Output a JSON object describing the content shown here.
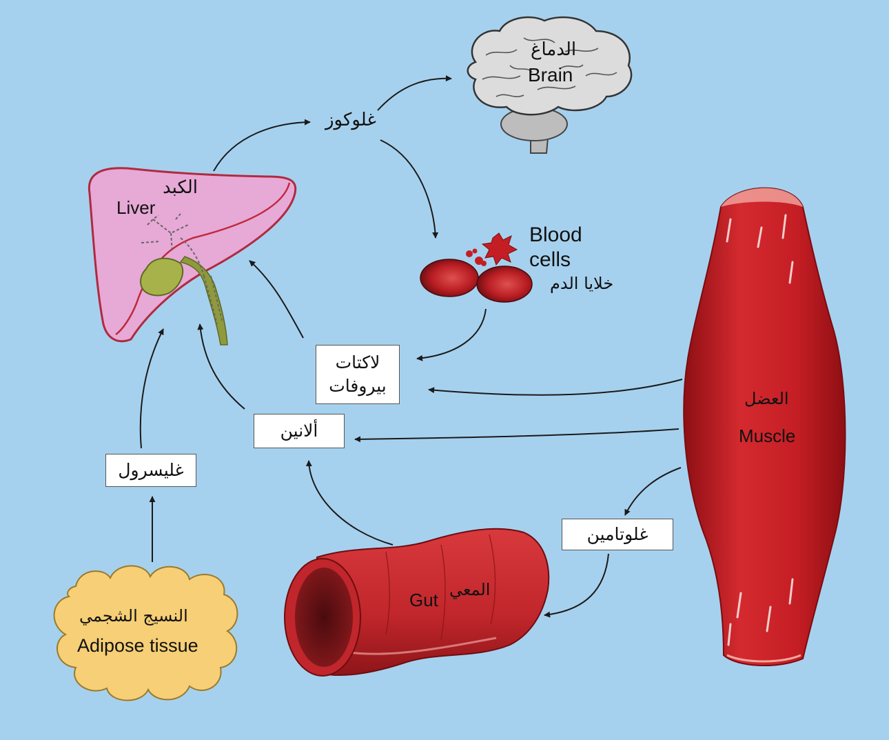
{
  "colors": {
    "background": "#a6d1ee",
    "liver": "#e7a9d6",
    "muscle": "#c41e24",
    "gut": "#c0262b",
    "adipose": "#f6cf76",
    "brain": "#dcdcdc",
    "arrow": "#1a1a1a"
  },
  "organs": {
    "brain": {
      "ar": "الدماغ",
      "en": "Brain",
      "icon": "brain-icon"
    },
    "liver": {
      "ar": "الكبد",
      "en": "Liver",
      "icon": "liver-icon"
    },
    "blood_cells": {
      "en_line1": "Blood",
      "en_line2": "cells",
      "ar": "خلايا الدم",
      "icon": "blood-cells-icon"
    },
    "muscle": {
      "ar": "العضل",
      "en": "Muscle",
      "icon": "muscle-icon"
    },
    "gut": {
      "ar": "المعي",
      "en": "Gut",
      "icon": "gut-icon"
    },
    "adipose": {
      "ar": "النسيج الشجمي",
      "en": "Adipose tissue",
      "icon": "adipose-tissue-icon"
    }
  },
  "metabolites": {
    "glucose": "غلوكوز",
    "lactate": "لاكتات",
    "pyruvate": "بيروفات",
    "alanine": "ألانين",
    "glycerol": "غليسرول",
    "glutamine": "غلوتامين"
  }
}
